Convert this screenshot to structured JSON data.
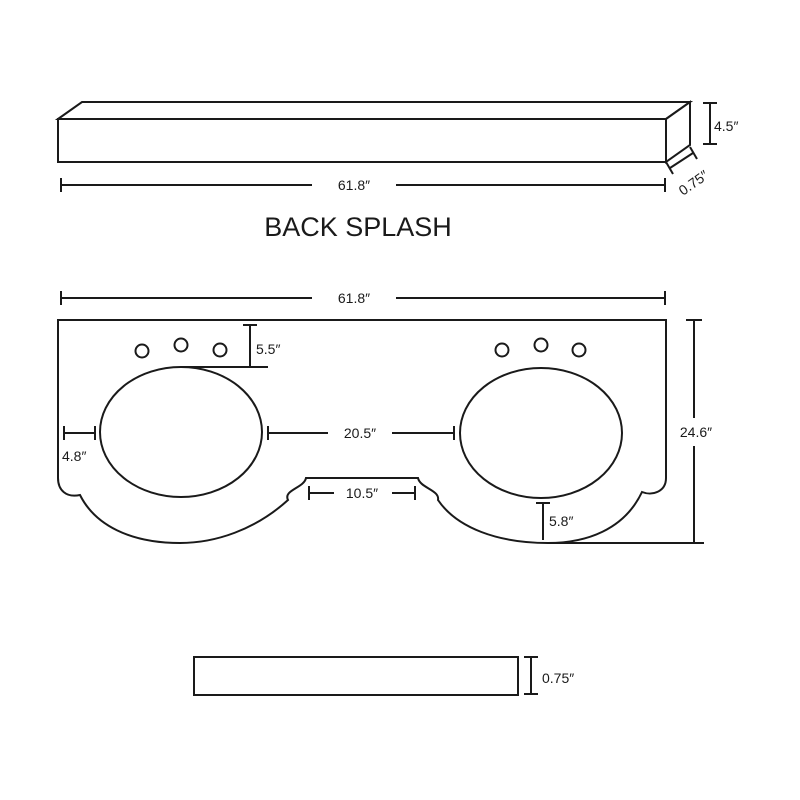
{
  "backsplash": {
    "title": "BACK SPLASH",
    "length": "61.8″",
    "height": "4.5″",
    "thickness": "0.75″"
  },
  "vanity_top": {
    "length": "61.8″",
    "depth": "24.6″",
    "faucet_to_bowl": "5.5″",
    "edge_to_bowl": "4.8″",
    "bowl_spacing": "20.5″",
    "center_cutout_width": "10.5″",
    "bowl_to_front": "5.8″",
    "faucet_holes_per_bowl": 3,
    "bowl_count": 2
  },
  "side_profile": {
    "thickness": "0.75″"
  }
}
